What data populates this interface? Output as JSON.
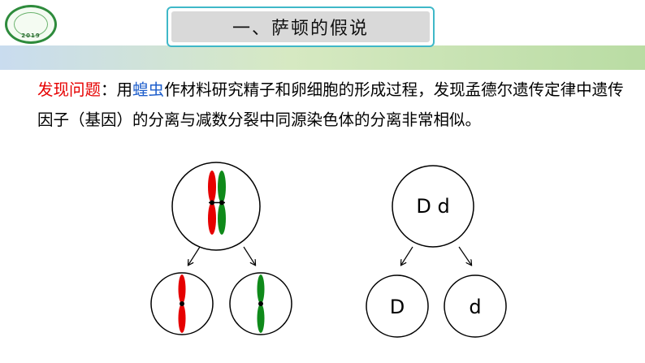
{
  "logo": {
    "year": "2019"
  },
  "title": "一、萨顿的假说",
  "paragraph": {
    "label": "发现问题",
    "colon": "：",
    "pre": "用",
    "highlight": "蝗虫",
    "rest": "作材料研究精子和卵细胞的形成过程，发现孟德尔遗传定律中遗传因子（基因）的分离与减数分裂中同源染色体的分离非常相似。"
  },
  "diagram_right": {
    "parent_alleles": "D d",
    "child_left": "D",
    "child_right": "d"
  },
  "colors": {
    "label": "#e60000",
    "highlight": "#1f5fcc",
    "chromosome_red": "#e60000",
    "chromosome_green": "#0f8a1a",
    "title_border": "#3fb8c8"
  }
}
